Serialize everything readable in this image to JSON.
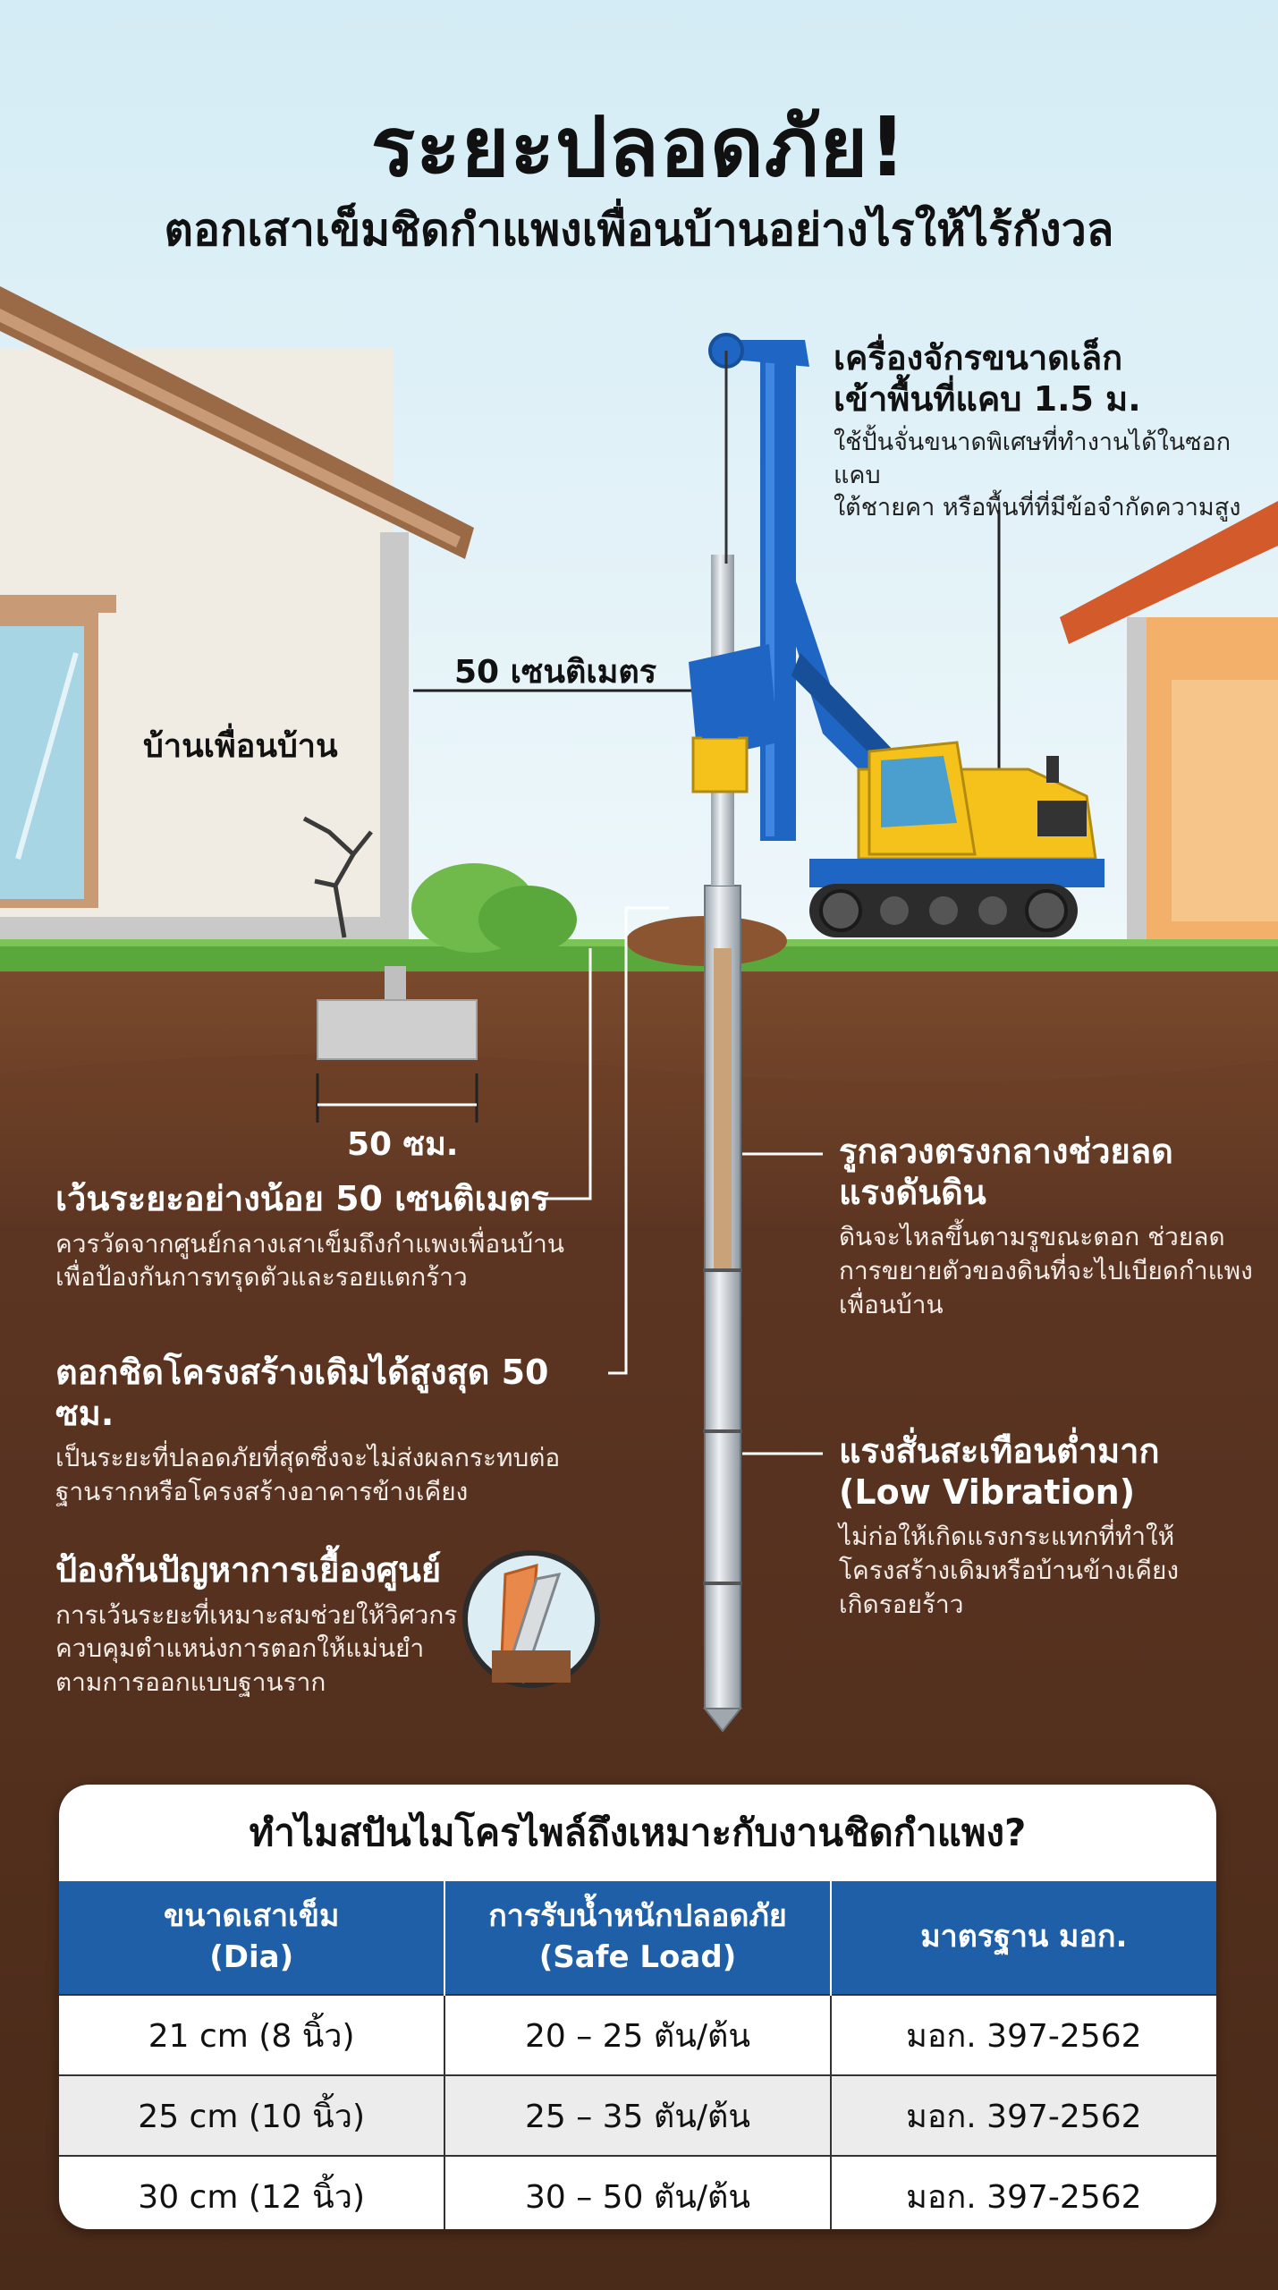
{
  "title": {
    "main": "ระยะปลอดภัย!",
    "sub": "ตอกเสาเข็มชิดกำแพงเพื่อนบ้านอย่างไรให้ไร้กังวล"
  },
  "labels": {
    "neighbor_house": "บ้านเพื่อนบ้าน",
    "distance_top": "50 เซนติเมตร",
    "distance_bottom": "50 ซม."
  },
  "machine": {
    "heading_1": "เครื่องจักรขนาดเล็ก",
    "heading_2": "เข้าพื้นที่แคบ 1.5 ม.",
    "desc_1": "ใช้ปั้นจั่นขนาดพิเศษที่ทำงานได้ในซอกแคบ",
    "desc_2": "ใต้ชายคา หรือพื้นที่ที่มีข้อจำกัดความสูง"
  },
  "callouts": {
    "spacing": {
      "heading": "เว้นระยะอย่างน้อย 50 เซนติเมตร",
      "desc_1": "ควรวัดจากศูนย์กลางเสาเข็มถึงกำแพงเพื่อนบ้าน",
      "desc_2": "เพื่อป้องกันการทรุดตัวและรอยแตกร้าว"
    },
    "max_close": {
      "heading": "ตอกชิดโครงสร้างเดิมได้สูงสุด 50 ซม.",
      "desc_1": "เป็นระยะที่ปลอดภัยที่สุดซึ่งจะไม่ส่งผลกระทบต่อ",
      "desc_2": "ฐานรากหรือโครงสร้างอาคารข้างเคียง"
    },
    "eccentric": {
      "heading": "ป้องกันปัญหาการเยื้องศูนย์",
      "desc_1": "การเว้นระยะที่เหมาะสมช่วยให้วิศวกร",
      "desc_2": "ควบคุมตำแหน่งการตอกให้แม่นยำ",
      "desc_3": "ตามการออกแบบฐานราก"
    },
    "hollow": {
      "heading_1": "รูกลวงตรงกลางช่วยลด",
      "heading_2": "แรงดันดิน",
      "desc_1": "ดินจะไหลขึ้นตามรูขณะตอก ช่วยลด",
      "desc_2": "การขยายตัวของดินที่จะไปเบียดกำแพง",
      "desc_3": "เพื่อนบ้าน"
    },
    "vibration": {
      "heading_1": "แรงสั่นสะเทือนต่ำมาก",
      "heading_2": "(Low Vibration)",
      "desc_1": "ไม่ก่อให้เกิดแรงกระแทกที่ทำให้",
      "desc_2": "โครงสร้างเดิมหรือบ้านข้างเคียง",
      "desc_3": "เกิดรอยร้าว"
    }
  },
  "table": {
    "caption": "ทำไมสปันไมโครไพล์ถึงเหมาะกับงานชิดกำแพง?",
    "headers": [
      {
        "line1": "ขนาดเสาเข็ม",
        "line2": "(Dia)"
      },
      {
        "line1": "การรับน้ำหนักปลอดภัย",
        "line2": "(Safe Load)"
      },
      {
        "line1": "มาตรฐาน มอก.",
        "line2": ""
      }
    ],
    "rows": [
      [
        "21 cm (8 นิ้ว)",
        "20 – 25 ตัน/ต้น",
        "มอก. 397-2562"
      ],
      [
        "25 cm (10 นิ้ว)",
        "25 – 35 ตัน/ต้น",
        "มอก. 397-2562"
      ],
      [
        "30 cm (12 นิ้ว)",
        "30 – 50 ตัน/ต้น",
        "มอก. 397-2562"
      ]
    ]
  },
  "colors": {
    "sky": "#dff0f7",
    "grass": "#5aa83c",
    "soil": "#5a3320",
    "machine_blue": "#1f66c4",
    "machine_yellow": "#f5c21b",
    "table_header": "#1f5fa8"
  }
}
